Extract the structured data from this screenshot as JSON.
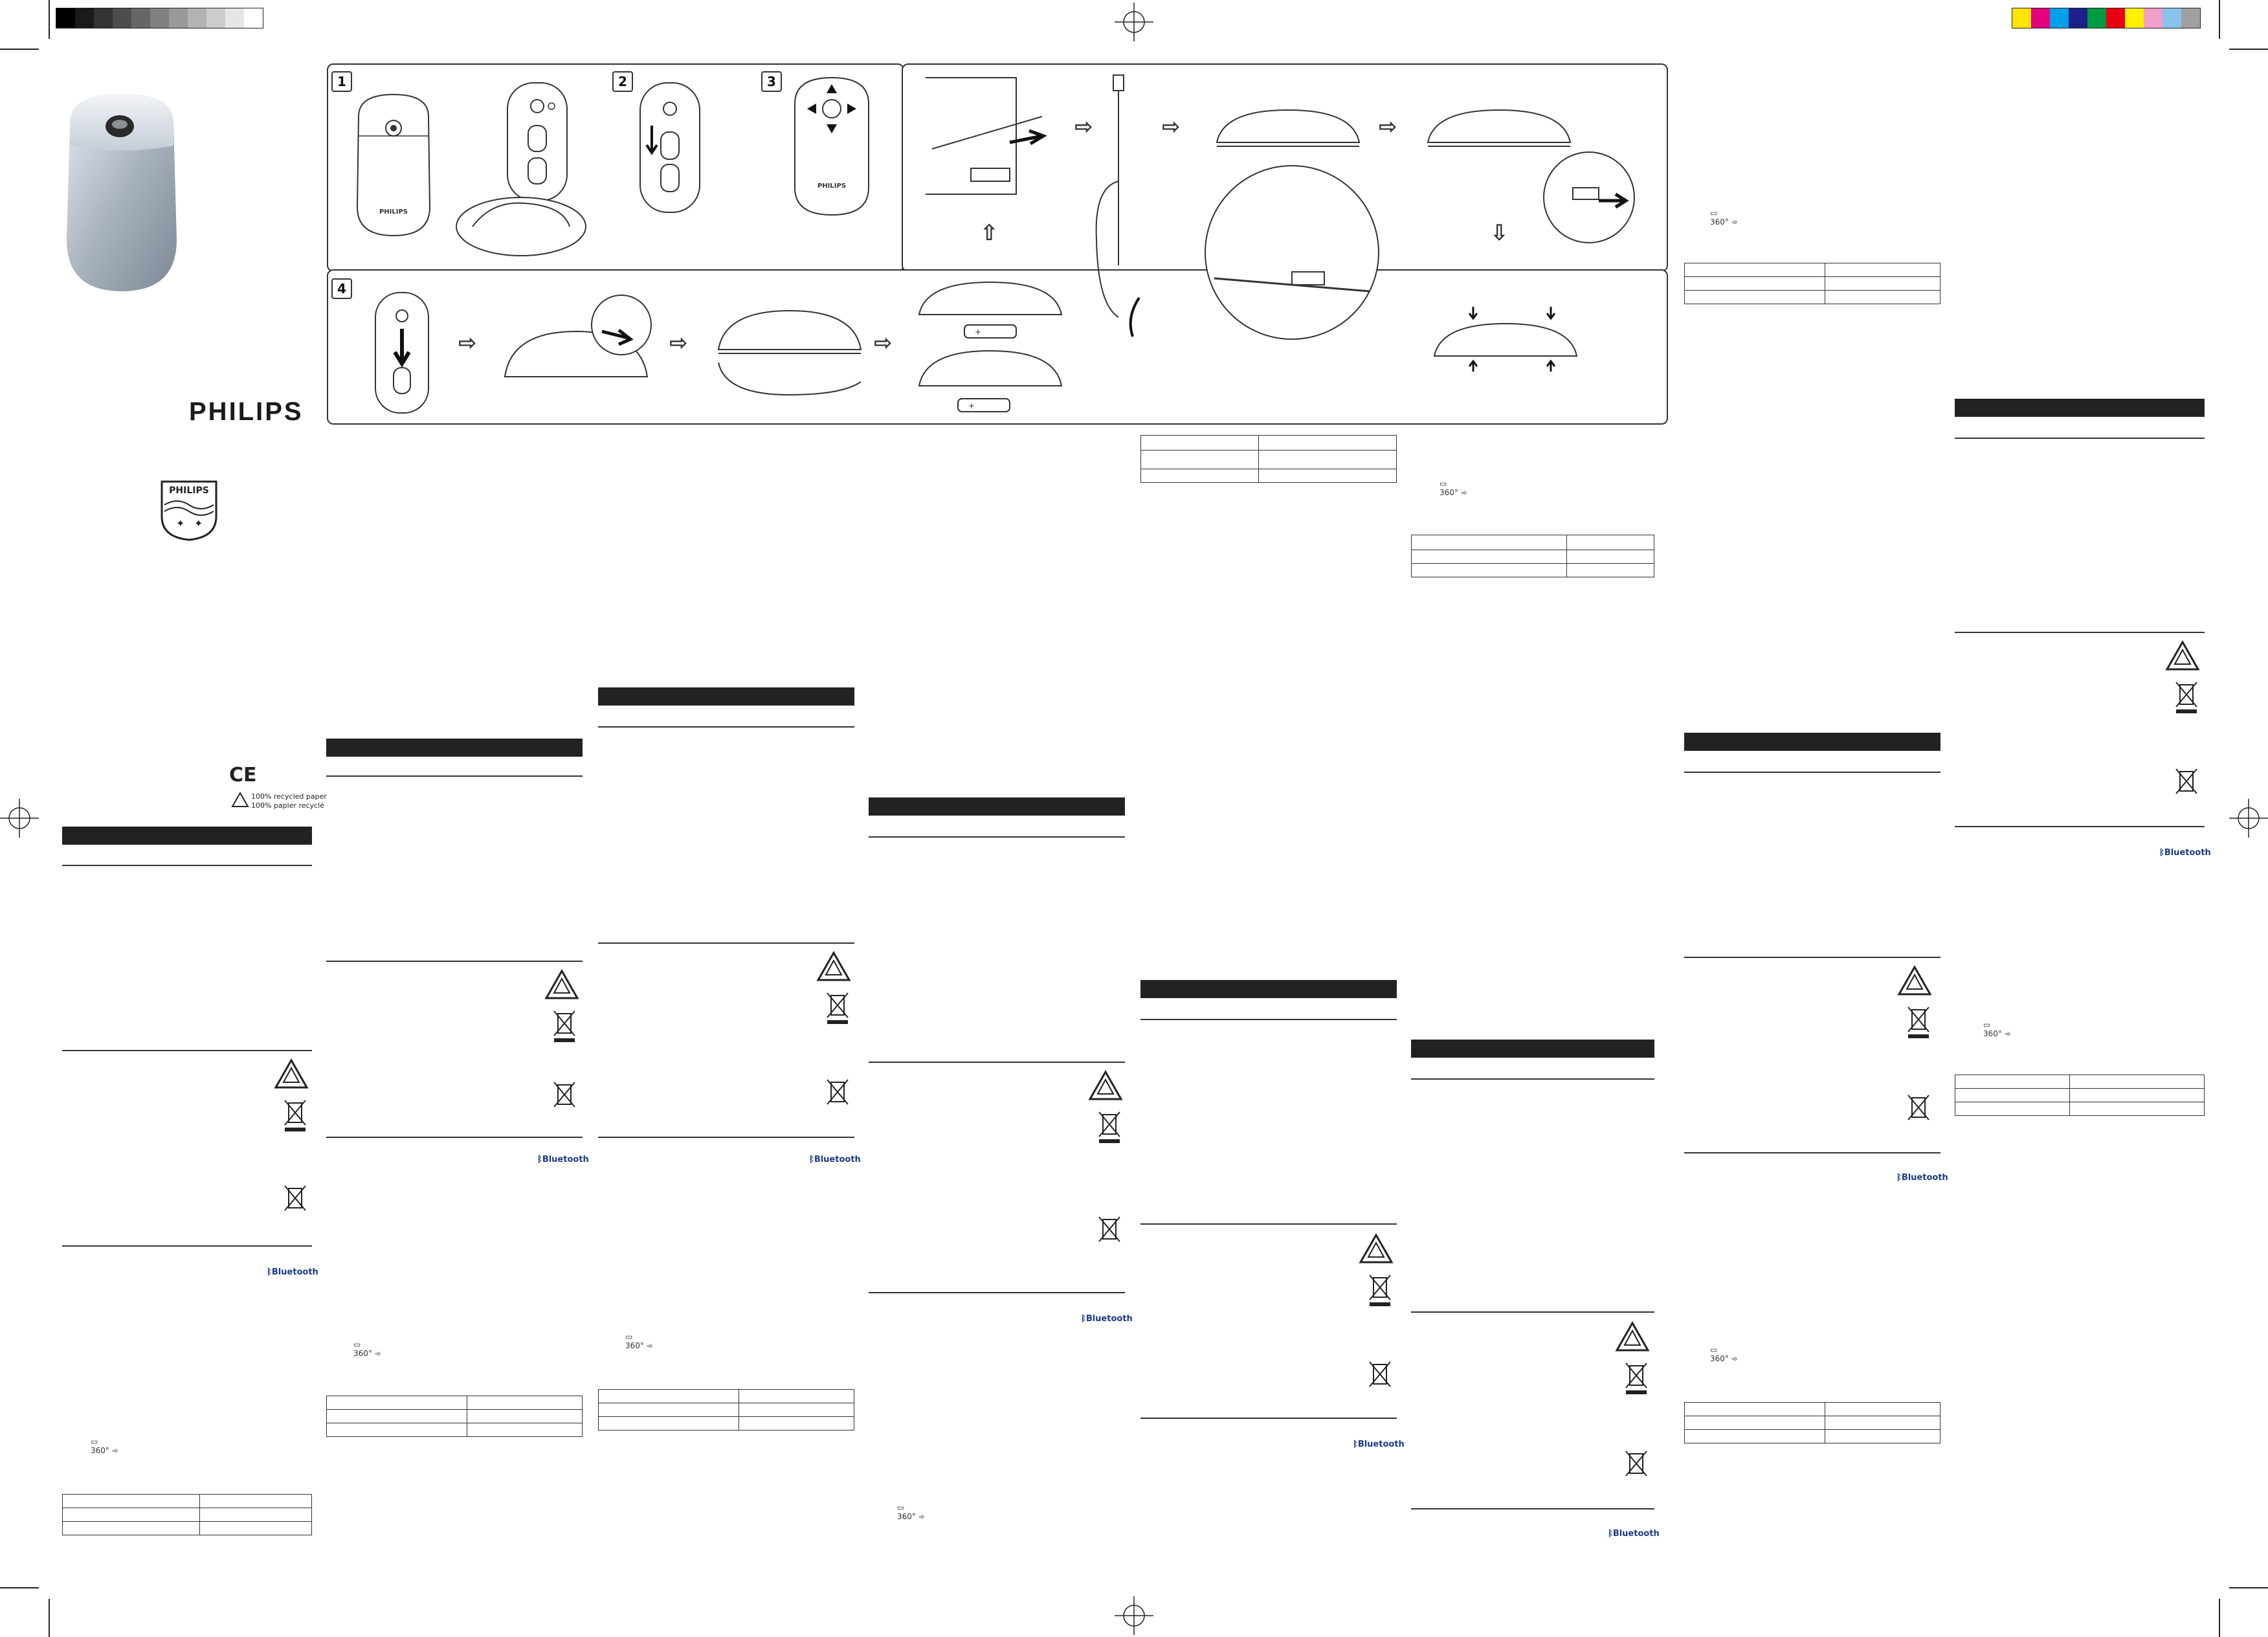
{
  "brand": {
    "name": "PHILIPS",
    "shield_text": "PHILIPS"
  },
  "cover": {
    "ce_mark": "CE",
    "recycled_line1": "100% recycled paper",
    "recycled_line2": "100% papier recyclé"
  },
  "diagram": {
    "steps": [
      "1",
      "2",
      "3",
      "4"
    ],
    "device_label": "PHILIPS",
    "battery_symbol": "+"
  },
  "footer_labels": {
    "bluetooth": "Bluetooth",
    "degree": "360°"
  },
  "colors": {
    "reg_gray": [
      "#000000",
      "#1a1a1a",
      "#333333",
      "#4d4d4d",
      "#666666",
      "#808080",
      "#999999",
      "#b3b3b3",
      "#cccccc",
      "#e6e6e6",
      "#ffffff"
    ],
    "reg_color": [
      "#ffe500",
      "#e4007f",
      "#00a0e9",
      "#1d2088",
      "#009944",
      "#e60012",
      "#fff100",
      "#f29ec8",
      "#89c3eb",
      "#a0a0a0"
    ]
  }
}
